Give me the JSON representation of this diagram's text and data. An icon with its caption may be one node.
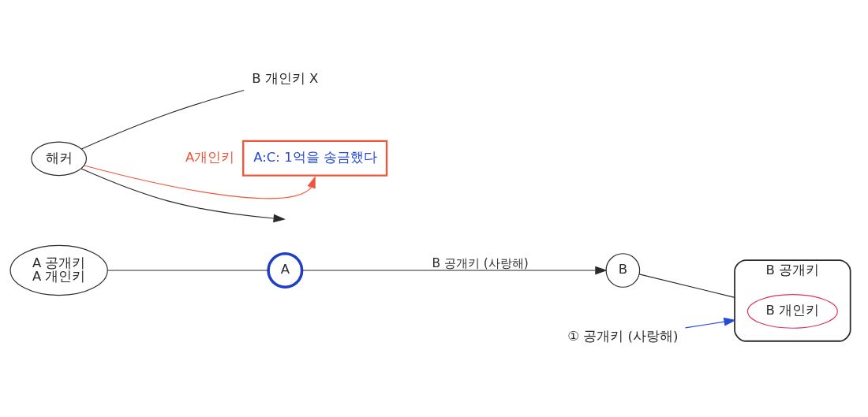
{
  "diagram": {
    "nodes": [
      {
        "text": [
          "A 공개키",
          "A 개인키"
        ]
      },
      {
        "text": [
          "A"
        ]
      },
      {
        "text": [
          "① 공개키 (사랑해)"
        ]
      },
      {
        "text": [
          "B"
        ]
      },
      {
        "text": [
          "B 공개키"
        ]
      },
      {
        "text": [
          "B 개인키"
        ],
        "in": 4
      },
      {
        "text": [
          "해커"
        ]
      },
      {
        "text": [
          "B 개인키 X"
        ]
      },
      {
        "text": [
          "A:C: 1억을 송금했다"
        ],
        "beside": [
          "A개인키"
        ]
      }
    ],
    "edges": [
      {
        "from": 0,
        "to": 1,
        "arrow": "none"
      },
      {
        "from": 1,
        "to": 3,
        "arrow": "to",
        "label": "B 공개키 (사랑해)"
      },
      {
        "from": 3,
        "to": 4,
        "arrow": "none"
      },
      {
        "from": 6,
        "to": null,
        "arrow": "to"
      },
      {
        "from": 6,
        "to": 7,
        "arrow": "none"
      },
      {
        "from": 6,
        "to": 8,
        "arrow": "to",
        "color": "#f0553a"
      },
      {
        "from": 2,
        "to": 4,
        "arrow": "to",
        "color": "#2448d8"
      }
    ]
  }
}
